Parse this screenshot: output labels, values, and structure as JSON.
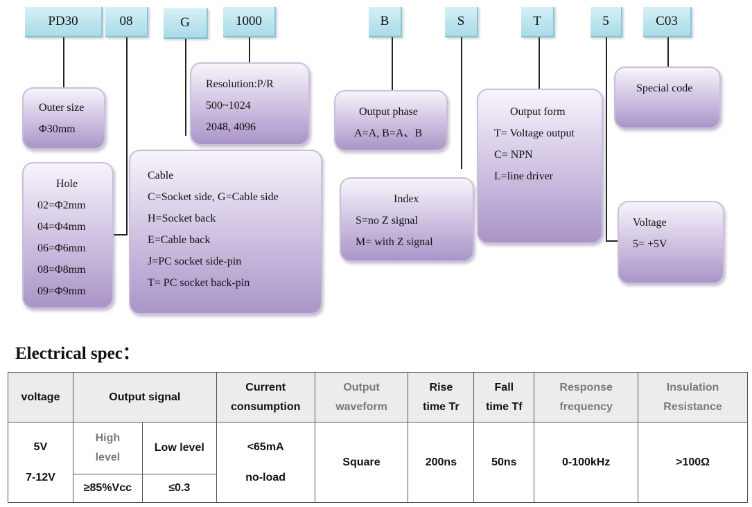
{
  "codes": [
    "PD30",
    "08",
    "G",
    "1000",
    "B",
    "S",
    "T",
    "5",
    "C03"
  ],
  "outer_size": {
    "title": "Outer size",
    "value": "Φ30mm"
  },
  "hole": {
    "title": "Hole",
    "items": [
      "02=Φ2mm",
      "04=Φ4mm",
      "06=Φ6mm",
      "08=Φ8mm",
      "09=Φ9mm"
    ]
  },
  "cable": {
    "title": "Cable",
    "items": [
      "C=Socket side, G=Cable side",
      "H=Socket back",
      "E=Cable back",
      "J=PC socket side-pin",
      "T= PC socket back-pin"
    ]
  },
  "resolution": {
    "title": "Resolution:P/R",
    "items": [
      "500~1024",
      "2048, 4096"
    ]
  },
  "output_phase": {
    "title": "Output phase",
    "value": "A=A, B=A、B"
  },
  "index": {
    "title": "Index",
    "items": [
      "S=no Z signal",
      "M= with Z signal"
    ]
  },
  "output_form": {
    "title": "Output form",
    "items": [
      "T= Voltage output",
      "C= NPN",
      "L=line driver"
    ]
  },
  "special": {
    "title": "Special code"
  },
  "voltage_box": {
    "title": "Voltage",
    "value": "5= +5V"
  },
  "section_title": "Electrical spec：",
  "table": {
    "headers": {
      "voltage": "voltage",
      "output_signal": "Output signal",
      "current": [
        "Current",
        "consumption"
      ],
      "waveform": [
        "Output",
        "waveform"
      ],
      "rise": [
        "Rise",
        "time Tr"
      ],
      "fall": [
        "Fall",
        "time Tf"
      ],
      "response": [
        "Response",
        "frequency"
      ],
      "insulation": [
        "Insulation",
        "Resistance"
      ]
    },
    "row": {
      "voltage": [
        "5V",
        "7-12V"
      ],
      "high_level": [
        "High",
        "level"
      ],
      "low_level": "Low level",
      "high_value": "≥85%Vcc",
      "low_value": "≤0.3",
      "current": [
        "<65mA",
        "no-load"
      ],
      "waveform": "Square",
      "rise": "200ns",
      "fall": "50ns",
      "response": "0-100kHz",
      "insulation": ">100Ω"
    }
  }
}
